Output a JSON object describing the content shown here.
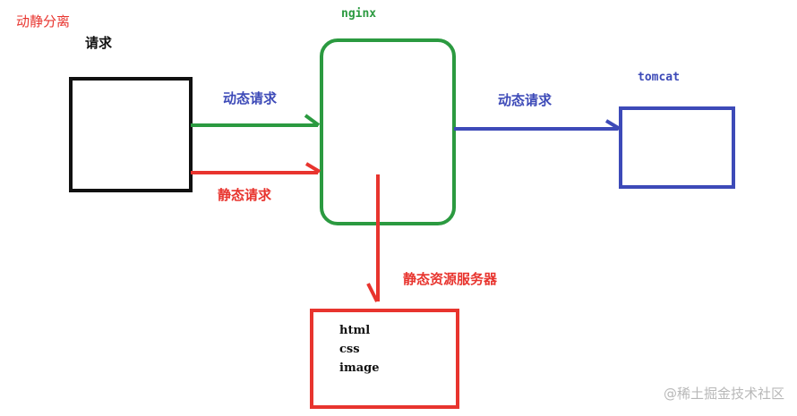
{
  "title": "动静分离",
  "client": {
    "label": "请求"
  },
  "nginx": {
    "label": "nginx"
  },
  "tomcat": {
    "label": "tomcat"
  },
  "edges": {
    "dynamic_to_nginx": "动态请求",
    "dynamic_to_tomcat": "动态请求",
    "static_to_nginx": "静态请求"
  },
  "static_server": {
    "label": "静态资源服务器",
    "resources": [
      "html",
      "css",
      "image"
    ]
  },
  "watermark": "@稀土掘金技术社区",
  "colors": {
    "green": "#2b9a40",
    "red": "#e8342e",
    "blue": "#3d4ab8",
    "black": "#111111"
  }
}
